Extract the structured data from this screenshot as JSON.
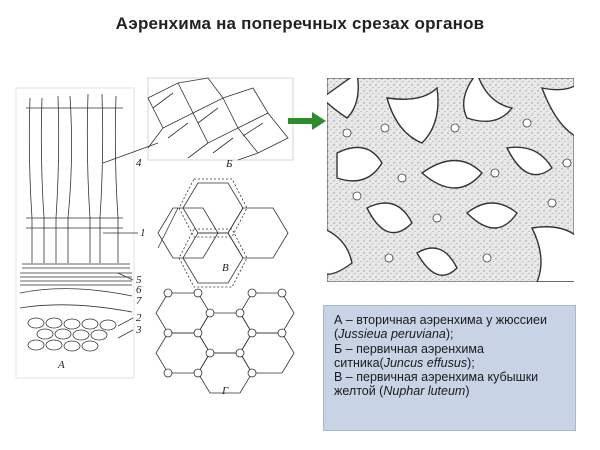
{
  "title": "Аэренхима на поперечных срезах органов",
  "figure": {
    "panel_labels": {
      "a": "А",
      "b": "Б",
      "v": "В",
      "g": "Г"
    },
    "number_labels": [
      "1",
      "2",
      "3",
      "4",
      "5",
      "6",
      "7"
    ]
  },
  "arrow_color": "#2e8b2e",
  "caption": {
    "a_prefix": "А – вторичная аэренхима у жюссиеи (",
    "a_species": "Jussieua peruviana",
    "a_suffix": ");",
    "b_prefix": "Б – первичная аэренхима ситника(",
    "b_species": "Juncus effusus",
    "b_suffix": ");",
    "v_prefix": "В – первичная аэренхима кубышки желтой (",
    "v_species": "Nuphar luteum",
    "v_suffix": ")"
  }
}
